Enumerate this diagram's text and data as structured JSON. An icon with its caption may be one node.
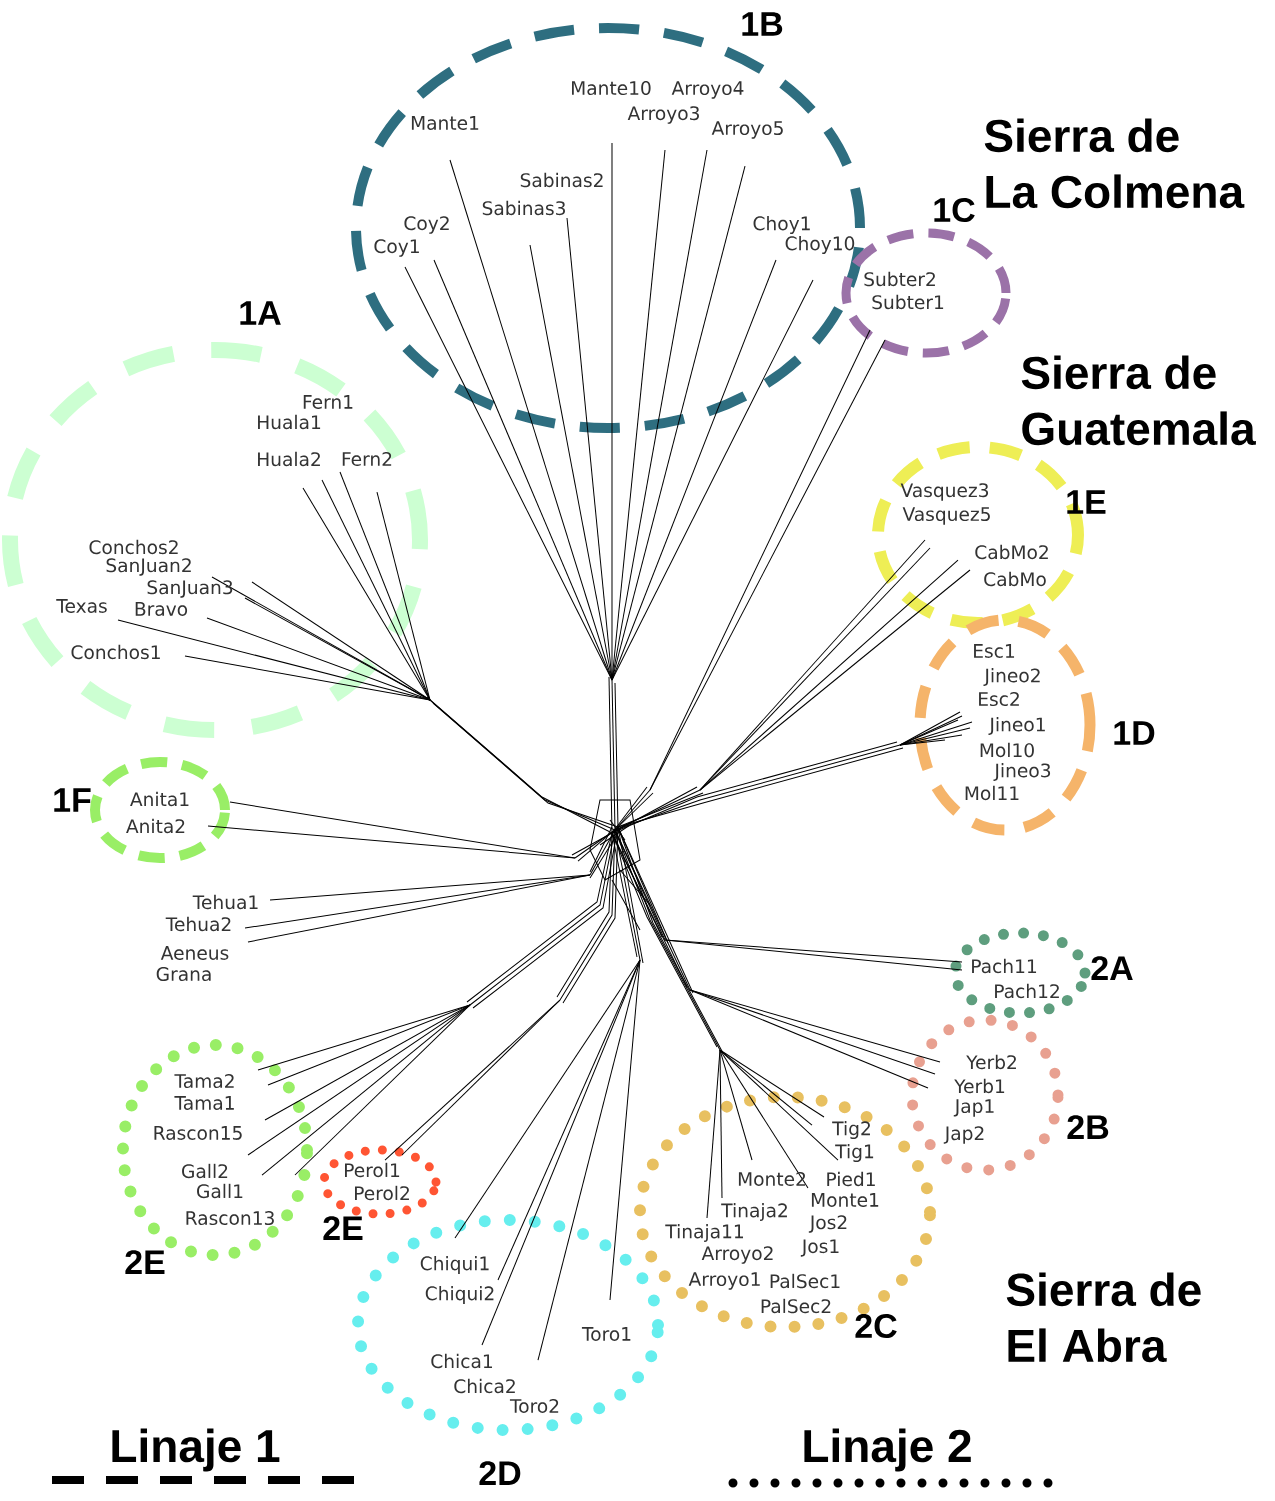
{
  "diagram": {
    "nodes": [
      {
        "text": [
          "1B"
        ]
      },
      {
        "text": [
          "Mante10"
        ],
        "in": 0
      },
      {
        "text": [
          "Arroyo4"
        ],
        "in": 0
      },
      {
        "text": [
          "Mante1"
        ],
        "in": 0
      },
      {
        "text": [
          "Arroyo3"
        ],
        "in": 0
      },
      {
        "text": [
          "Arroyo5"
        ],
        "in": 0
      },
      {
        "text": [
          "Sabinas2"
        ],
        "in": 0
      },
      {
        "text": [
          "Sabinas3"
        ],
        "in": 0
      },
      {
        "text": [
          "Coy2"
        ],
        "in": 0
      },
      {
        "text": [
          "Choy1"
        ],
        "in": 0
      },
      {
        "text": [
          "Coy1"
        ],
        "in": 0
      },
      {
        "text": [
          "Choy10"
        ],
        "in": 0
      },
      {
        "text": [
          "1C"
        ]
      },
      {
        "text": [
          "Subter2"
        ],
        "in": 12
      },
      {
        "text": [
          "Subter1"
        ],
        "in": 12
      },
      {
        "text": [
          "1A"
        ]
      },
      {
        "text": [
          "Fern1"
        ],
        "in": 15
      },
      {
        "text": [
          "Huala1"
        ],
        "in": 15
      },
      {
        "text": [
          "Huala2"
        ],
        "in": 15
      },
      {
        "text": [
          "Fern2"
        ],
        "in": 15
      },
      {
        "text": [
          "Conchos2"
        ],
        "in": 15
      },
      {
        "text": [
          "SanJuan2"
        ],
        "in": 15
      },
      {
        "text": [
          "SanJuan3"
        ],
        "in": 15
      },
      {
        "text": [
          "Texas"
        ],
        "in": 15
      },
      {
        "text": [
          "Bravo"
        ],
        "in": 15
      },
      {
        "text": [
          "Conchos1"
        ],
        "in": 15
      },
      {
        "text": [
          "1E"
        ]
      },
      {
        "text": [
          "Vasquez3"
        ],
        "in": 26
      },
      {
        "text": [
          "Vasquez5"
        ],
        "in": 26
      },
      {
        "text": [
          "CabMo2"
        ],
        "in": 26
      },
      {
        "text": [
          "CabMo"
        ],
        "in": 26
      },
      {
        "text": [
          "1D"
        ]
      },
      {
        "text": [
          "Esc1"
        ],
        "in": 31
      },
      {
        "text": [
          "Jineo2"
        ],
        "in": 31
      },
      {
        "text": [
          "Esc2"
        ],
        "in": 31
      },
      {
        "text": [
          "Jineo1"
        ],
        "in": 31
      },
      {
        "text": [
          "Mol10"
        ],
        "in": 31
      },
      {
        "text": [
          "Jineo3"
        ],
        "in": 31
      },
      {
        "text": [
          "Mol11"
        ],
        "in": 31
      },
      {
        "text": [
          "1F"
        ]
      },
      {
        "text": [
          "Anita1"
        ],
        "in": 39
      },
      {
        "text": [
          "Anita2"
        ],
        "in": 39
      },
      {
        "text": [
          "2A"
        ]
      },
      {
        "text": [
          "Pach11"
        ],
        "in": 42
      },
      {
        "text": [
          "Pach12"
        ],
        "in": 42
      },
      {
        "text": [
          "2B"
        ]
      },
      {
        "text": [
          "Yerb2"
        ],
        "in": 45
      },
      {
        "text": [
          "Yerb1"
        ],
        "in": 45
      },
      {
        "text": [
          "Jap1"
        ],
        "in": 45
      },
      {
        "text": [
          "Jap2"
        ],
        "in": 45
      },
      {
        "text": [
          "2E"
        ]
      },
      {
        "text": [
          "Tama2"
        ],
        "in": 50
      },
      {
        "text": [
          "Tama1"
        ],
        "in": 50
      },
      {
        "text": [
          "Rascon15"
        ],
        "in": 50
      },
      {
        "text": [
          "Gall2"
        ],
        "in": 50
      },
      {
        "text": [
          "Gall1"
        ],
        "in": 50
      },
      {
        "text": [
          "Rascon13"
        ],
        "in": 50
      },
      {
        "text": [
          "2E"
        ]
      },
      {
        "text": [
          "Perol1"
        ],
        "in": 57
      },
      {
        "text": [
          "Perol2"
        ],
        "in": 57
      },
      {
        "text": [
          "2C"
        ]
      },
      {
        "text": [
          "Tig2"
        ],
        "in": 60
      },
      {
        "text": [
          "Tig1"
        ],
        "in": 60
      },
      {
        "text": [
          "Monte2"
        ],
        "in": 60
      },
      {
        "text": [
          "Pied1"
        ],
        "in": 60
      },
      {
        "text": [
          "Monte1"
        ],
        "in": 60
      },
      {
        "text": [
          "Tinaja2"
        ],
        "in": 60
      },
      {
        "text": [
          "Jos2"
        ],
        "in": 60
      },
      {
        "text": [
          "Tinaja11"
        ],
        "in": 60
      },
      {
        "text": [
          "Jos1"
        ],
        "in": 60
      },
      {
        "text": [
          "Arroyo2"
        ],
        "in": 60
      },
      {
        "text": [
          "Arroyo1"
        ],
        "in": 60
      },
      {
        "text": [
          "PalSec1"
        ],
        "in": 60
      },
      {
        "text": [
          "PalSec2"
        ],
        "in": 60
      },
      {
        "text": [
          "2D"
        ]
      },
      {
        "text": [
          "Chiqui1"
        ],
        "in": 74
      },
      {
        "text": [
          "Chiqui2"
        ],
        "in": 74
      },
      {
        "text": [
          "Toro1"
        ],
        "in": 74
      },
      {
        "text": [
          "Chica1"
        ],
        "in": 74
      },
      {
        "text": [
          "Chica2"
        ],
        "in": 74
      },
      {
        "text": [
          "Toro2"
        ],
        "in": 74
      }
    ],
    "labels": [
      "Sierra de La Colmena",
      "Sierra de Guatemala",
      "Tehua1",
      "Tehua2",
      "Aeneus",
      "Grana",
      "Sierra de El Abra"
    ],
    "legend": [
      {
        "text": "Linaje 1"
      },
      {
        "text": "Linaje 2"
      }
    ]
  }
}
